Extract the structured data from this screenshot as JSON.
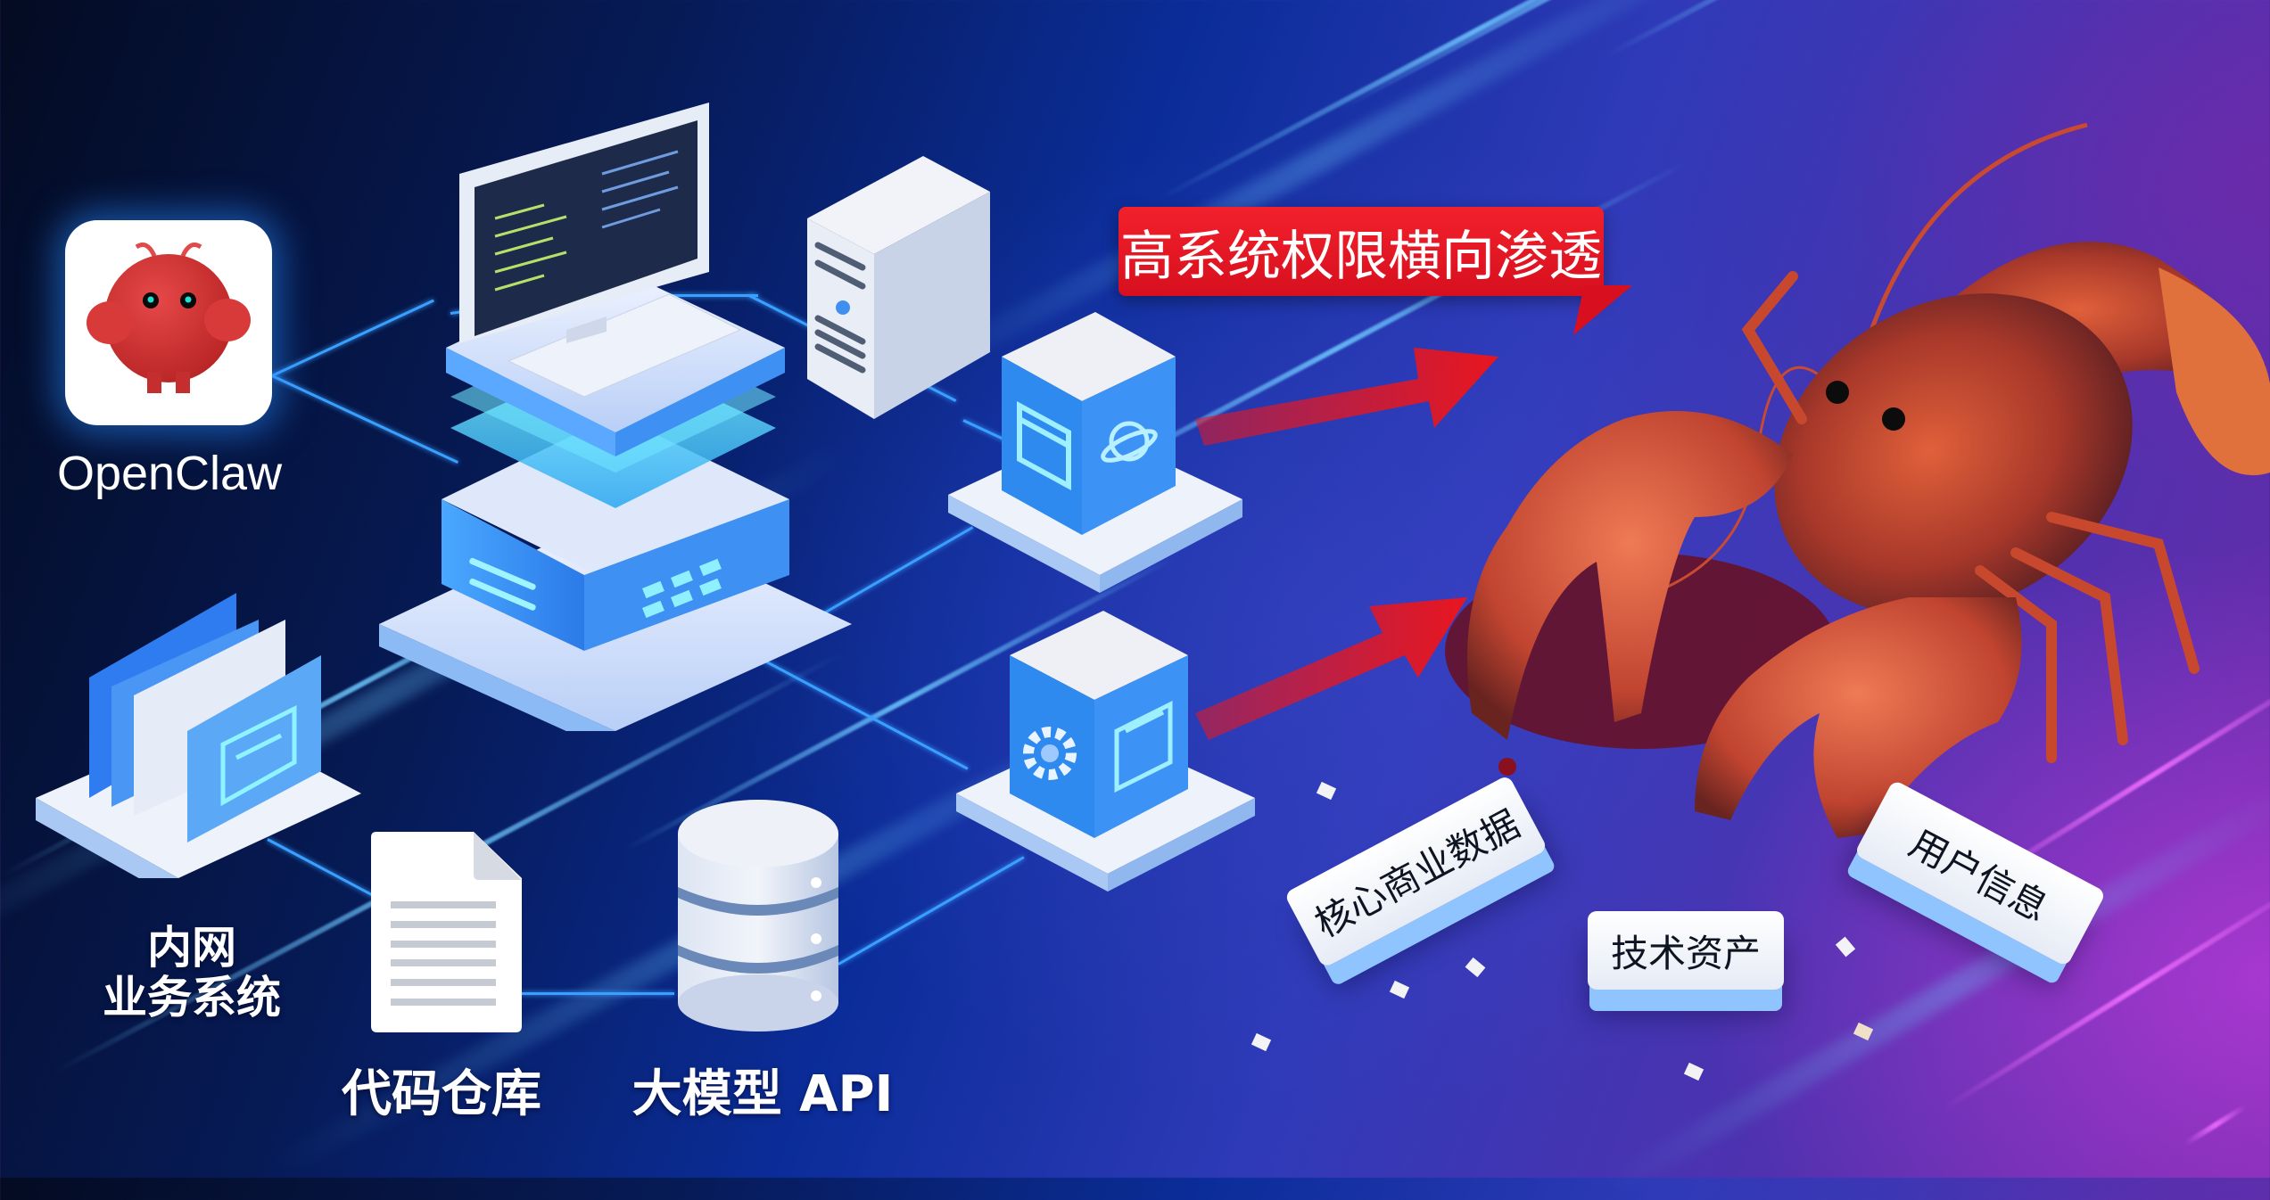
{
  "brand": {
    "name": "OpenClaw",
    "icon": "lobster-mascot-icon",
    "accent": "#d63a3a",
    "eye_color": "#22e0d0"
  },
  "callout": {
    "text": "高系统权限横向渗透",
    "color": "#e8161f"
  },
  "nodes": {
    "intranet": {
      "line1": "内网",
      "line2": "业务系统",
      "icon": "files-stand-icon"
    },
    "code_repo": {
      "label": "代码仓库",
      "icon": "document-icon"
    },
    "llm_api": {
      "label": "大模型 API",
      "icon": "database-icon"
    },
    "workstation": {
      "icon": "computer-server-stack-icon"
    },
    "tower": {
      "icon": "server-tower-icon"
    },
    "cube_top": {
      "icons": [
        "window-icon",
        "planet-icon"
      ]
    },
    "cube_bottom": {
      "icons": [
        "gear-icon",
        "folder-icon"
      ]
    }
  },
  "threat": {
    "icon": "lobster-icon",
    "arrow_color": "#e8161f"
  },
  "assets": [
    {
      "label": "核心商业数据"
    },
    {
      "label": "技术资产"
    },
    {
      "label": "用户信息"
    }
  ],
  "colors": {
    "bg_dark": "#040b22",
    "bg_blue": "#0b2d9a",
    "bg_purple": "#6a2aa8",
    "link_line": "#3aa0ff"
  }
}
